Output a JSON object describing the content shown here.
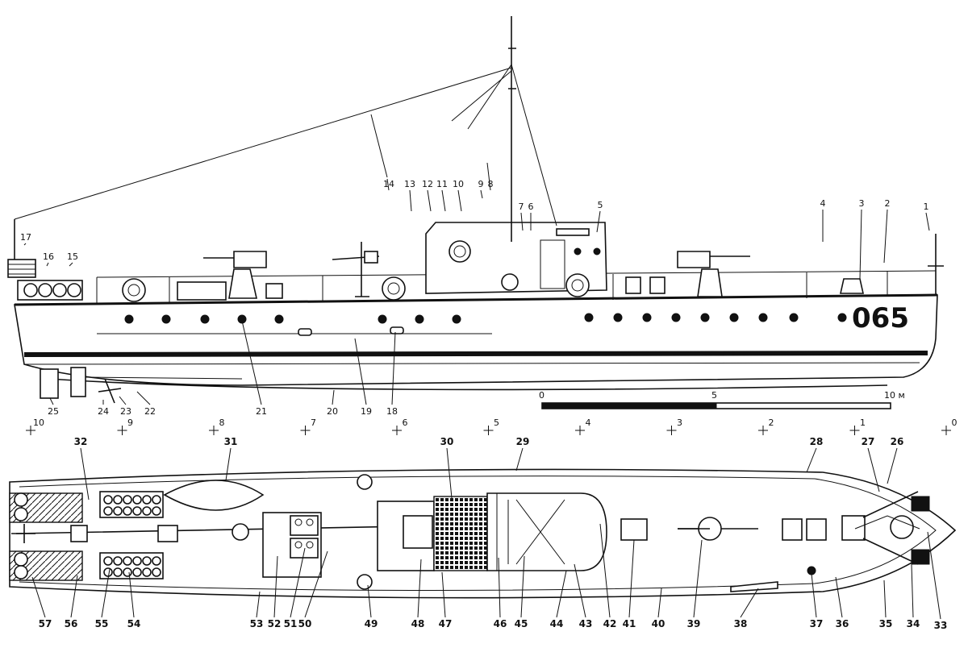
{
  "hull_number": "065",
  "scale": {
    "start": "0",
    "mid": "5",
    "end": "10 м"
  },
  "frame_stations": [
    "10",
    "9",
    "8",
    "7",
    "6",
    "5",
    "4",
    "3",
    "2",
    "1",
    "0"
  ],
  "side_labels": [
    {
      "n": "1"
    },
    {
      "n": "2"
    },
    {
      "n": "3"
    },
    {
      "n": "4"
    },
    {
      "n": "5"
    },
    {
      "n": "6"
    },
    {
      "n": "7"
    },
    {
      "n": "8"
    },
    {
      "n": "9"
    },
    {
      "n": "10"
    },
    {
      "n": "11"
    },
    {
      "n": "12"
    },
    {
      "n": "13"
    },
    {
      "n": "14"
    },
    {
      "n": "15"
    },
    {
      "n": "16"
    },
    {
      "n": "17"
    },
    {
      "n": "18"
    },
    {
      "n": "19"
    },
    {
      "n": "20"
    },
    {
      "n": "21"
    },
    {
      "n": "22"
    },
    {
      "n": "23"
    },
    {
      "n": "24"
    },
    {
      "n": "25"
    }
  ],
  "plan_labels": [
    {
      "n": "26"
    },
    {
      "n": "27"
    },
    {
      "n": "28"
    },
    {
      "n": "29"
    },
    {
      "n": "30"
    },
    {
      "n": "31"
    },
    {
      "n": "32"
    },
    {
      "n": "33"
    },
    {
      "n": "34"
    },
    {
      "n": "35"
    },
    {
      "n": "36"
    },
    {
      "n": "37"
    },
    {
      "n": "38"
    },
    {
      "n": "39"
    },
    {
      "n": "40"
    },
    {
      "n": "41"
    },
    {
      "n": "42"
    },
    {
      "n": "43"
    },
    {
      "n": "44"
    },
    {
      "n": "45"
    },
    {
      "n": "46"
    },
    {
      "n": "47"
    },
    {
      "n": "48"
    },
    {
      "n": "49"
    },
    {
      "n": "50"
    },
    {
      "n": "51"
    },
    {
      "n": "52"
    },
    {
      "n": "53"
    },
    {
      "n": "54"
    },
    {
      "n": "55"
    },
    {
      "n": "56"
    },
    {
      "n": "57"
    }
  ]
}
